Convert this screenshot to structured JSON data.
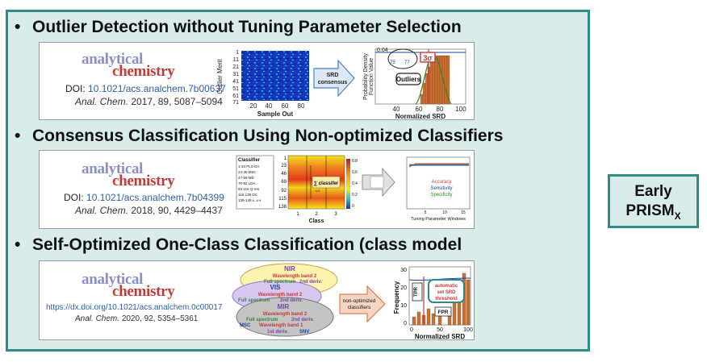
{
  "bullets": {
    "b1": "Outlier Detection without Tuning Parameter Selection",
    "b2": "Consensus Classification Using Non-optimized Classifiers",
    "b3": "Self-Optimized One-Class Classification (class model"
  },
  "bullet_symbol": "•",
  "journal": {
    "line1": "analytical",
    "line2": "chemistry"
  },
  "card1": {
    "doi_prefix": "DOI:",
    "doi": "10.1021/acs.analchem.7b00637",
    "journal_abbr": "Anal. Chem.",
    "citation": "2017, 89, 5087–5094",
    "heatmap_ylabel": "Outlier Merit",
    "heatmap_yticks": [
      "1",
      "11",
      "21",
      "31",
      "41",
      "51",
      "61",
      "71"
    ],
    "heatmap_xticks": [
      "20",
      "40",
      "60",
      "80"
    ],
    "heatmap_xlabel": "Sample Out",
    "arrow_label_1": "SRD",
    "arrow_label_2": "consensus",
    "hist_ylabel_1": "Probability Density",
    "hist_ylabel_2": "Function Value",
    "hist_ytick": "0.04",
    "hist_yticks_small": [
      "75",
      "77"
    ],
    "outliers_label": "Outliers",
    "three_sigma": "3σ",
    "hist_xticks": [
      "40",
      "60",
      "80",
      "100"
    ],
    "hist_xlabel": "Normalized SRD"
  },
  "card2": {
    "doi_prefix": "DOI:",
    "doi": "10.1021/acs.analchem.7b04399",
    "journal_abbr": "Anal. Chem.",
    "citation": "2018, 90, 4429–4437",
    "classifier_header": "Classifier",
    "classifier_rows": [
      "1-23 PLS-DA",
      "24-46 kNN",
      "47-69 MD",
      "70-92 LDA",
      "93-115 Q-res",
      "116-138 DC",
      "139-149 x, x-x"
    ],
    "heatmap_yticks": [
      "1",
      "23",
      "46",
      "69",
      "92",
      "115",
      "138"
    ],
    "heatmap_xticks": [
      "1",
      "2",
      "3"
    ],
    "heatmap_xlabel": "Class",
    "colorbar_ticks": [
      "0.8",
      "0.6",
      "0.4",
      "0.2",
      "0"
    ],
    "sum_label": "∑ classifer",
    "sum_sub": "i=1",
    "legend": [
      "Accuracy",
      "Sensitivity",
      "Specificity"
    ],
    "line_xticks": [
      "5",
      "10",
      "15"
    ],
    "line_xlabel": "Tuning Parameter Windows"
  },
  "card3": {
    "doi": "https://dx.doi.org/10.1021/acs.analchem.0c00017",
    "journal_abbr": "Anal. Chem.",
    "citation": "2020, 92, 5354–5361",
    "ellipse_nir": {
      "title": "NIR",
      "l1": "Wavelength band 2",
      "l2": "Full spectrum",
      "l3": "2nd deriv."
    },
    "ellipse_vis": {
      "title": "VIS",
      "l1": "Wavelength band 2",
      "l2": "Full spectrum",
      "l3": "2nd deriv."
    },
    "ellipse_mir": {
      "title": "MIR",
      "l1": "Wavelength band 2",
      "l2": "Full spectrum",
      "l3": "2nd deriv.",
      "l4": "Wavelength band 1",
      "l5": "1st deriv.",
      "l6": "SNV",
      "msc": "MSC"
    },
    "arrow_label_1": "non-optimized",
    "arrow_label_2": "classifiers",
    "hist_yticks": [
      "30",
      "20",
      "10",
      "0"
    ],
    "hist_ylabel": "Frequency",
    "tpr": "TPR",
    "fpr": "FPR",
    "threshold": [
      "automatic",
      "set SRD",
      "threshold"
    ],
    "hist_xticks": [
      "0",
      "50",
      "100"
    ],
    "hist_xlabel": "Normalized SRD"
  },
  "side": {
    "line1": "Early",
    "line2": "PRISM",
    "sub": "X"
  },
  "colors": {
    "panel": "#d9ecec",
    "border": "#2f8d88",
    "accent_red": "#c23b3b",
    "logo_blue": "#8a8fc8"
  }
}
